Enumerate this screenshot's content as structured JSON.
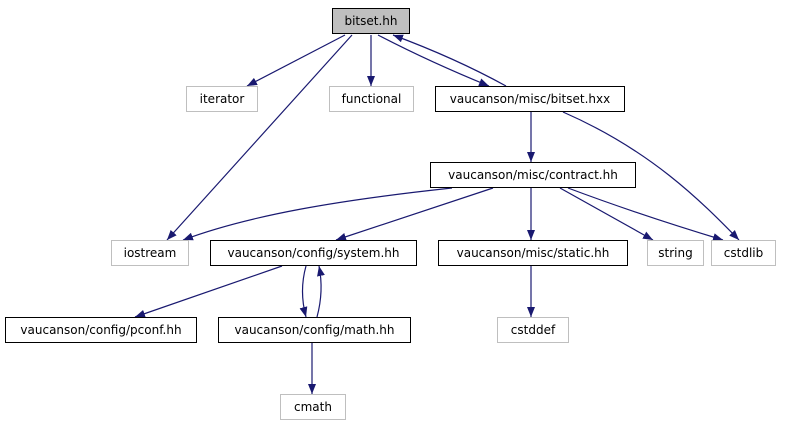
{
  "colors": {
    "edge": "#191970",
    "node_border_local": "#000000",
    "node_border_system": "#bfbfbf",
    "node_fill_root": "#bfbfbf",
    "node_fill": "#ffffff"
  },
  "nodes": [
    {
      "id": "bitset_hh",
      "label": "bitset.hh",
      "kind": "root"
    },
    {
      "id": "iterator",
      "label": "iterator",
      "kind": "system"
    },
    {
      "id": "functional",
      "label": "functional",
      "kind": "system"
    },
    {
      "id": "bitset_hxx",
      "label": "vaucanson/misc/bitset.hxx",
      "kind": "local"
    },
    {
      "id": "contract_hh",
      "label": "vaucanson/misc/contract.hh",
      "kind": "local"
    },
    {
      "id": "iostream",
      "label": "iostream",
      "kind": "system"
    },
    {
      "id": "system_hh",
      "label": "vaucanson/config/system.hh",
      "kind": "local"
    },
    {
      "id": "static_hh",
      "label": "vaucanson/misc/static.hh",
      "kind": "local"
    },
    {
      "id": "string",
      "label": "string",
      "kind": "system"
    },
    {
      "id": "cstdlib",
      "label": "cstdlib",
      "kind": "system"
    },
    {
      "id": "pconf_hh",
      "label": "vaucanson/config/pconf.hh",
      "kind": "local"
    },
    {
      "id": "math_hh",
      "label": "vaucanson/config/math.hh",
      "kind": "local"
    },
    {
      "id": "cstddef",
      "label": "cstddef",
      "kind": "system"
    },
    {
      "id": "cmath",
      "label": "cmath",
      "kind": "system"
    }
  ],
  "edges": [
    {
      "from": "bitset_hh",
      "to": "iterator"
    },
    {
      "from": "bitset_hh",
      "to": "iostream"
    },
    {
      "from": "bitset_hh",
      "to": "functional"
    },
    {
      "from": "bitset_hh",
      "to": "bitset_hxx"
    },
    {
      "from": "bitset_hxx",
      "to": "bitset_hh"
    },
    {
      "from": "bitset_hxx",
      "to": "contract_hh"
    },
    {
      "from": "bitset_hxx",
      "to": "cstdlib"
    },
    {
      "from": "contract_hh",
      "to": "iostream"
    },
    {
      "from": "contract_hh",
      "to": "system_hh"
    },
    {
      "from": "contract_hh",
      "to": "static_hh"
    },
    {
      "from": "contract_hh",
      "to": "string"
    },
    {
      "from": "contract_hh",
      "to": "cstdlib"
    },
    {
      "from": "system_hh",
      "to": "pconf_hh"
    },
    {
      "from": "system_hh",
      "to": "math_hh"
    },
    {
      "from": "math_hh",
      "to": "system_hh"
    },
    {
      "from": "math_hh",
      "to": "cmath"
    },
    {
      "from": "static_hh",
      "to": "cstddef"
    }
  ]
}
